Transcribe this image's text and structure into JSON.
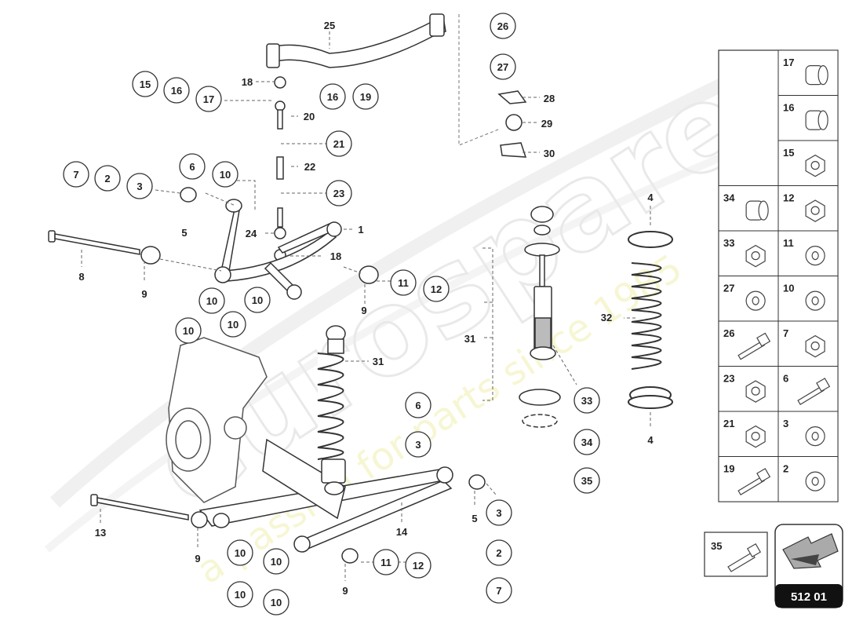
{
  "watermark": {
    "brand": "eurospares",
    "tagline": "a passion for parts since 1985"
  },
  "page_code": "512 01",
  "callouts": [
    {
      "id": "c26",
      "label": "26",
      "circled": true
    },
    {
      "id": "c27",
      "label": "27",
      "circled": true
    },
    {
      "id": "c25",
      "label": "25",
      "circled": false
    },
    {
      "id": "c15a",
      "label": "15",
      "circled": true
    },
    {
      "id": "c16a",
      "label": "16",
      "circled": true
    },
    {
      "id": "c17a",
      "label": "17",
      "circled": true
    },
    {
      "id": "c18a",
      "label": "18",
      "circled": false
    },
    {
      "id": "c20",
      "label": "20",
      "circled": false
    },
    {
      "id": "c16b",
      "label": "16",
      "circled": true
    },
    {
      "id": "c19",
      "label": "19",
      "circled": true
    },
    {
      "id": "c21",
      "label": "21",
      "circled": true
    },
    {
      "id": "c22",
      "label": "22",
      "circled": false
    },
    {
      "id": "c23",
      "label": "23",
      "circled": true
    },
    {
      "id": "c24",
      "label": "24",
      "circled": false
    },
    {
      "id": "c28",
      "label": "28",
      "circled": false
    },
    {
      "id": "c29",
      "label": "29",
      "circled": false
    },
    {
      "id": "c30",
      "label": "30",
      "circled": false
    },
    {
      "id": "c7a",
      "label": "7",
      "circled": true
    },
    {
      "id": "c2a",
      "label": "2",
      "circled": true
    },
    {
      "id": "c3a",
      "label": "3",
      "circled": true
    },
    {
      "id": "c6a",
      "label": "6",
      "circled": true
    },
    {
      "id": "c10a",
      "label": "10",
      "circled": true
    },
    {
      "id": "c5a",
      "label": "5",
      "circled": false
    },
    {
      "id": "c1",
      "label": "1",
      "circled": false
    },
    {
      "id": "c18b",
      "label": "18",
      "circled": false
    },
    {
      "id": "c8",
      "label": "8",
      "circled": false
    },
    {
      "id": "c9a",
      "label": "9",
      "circled": false
    },
    {
      "id": "c10b",
      "label": "10",
      "circled": true
    },
    {
      "id": "c10c",
      "label": "10",
      "circled": true
    },
    {
      "id": "c10d",
      "label": "10",
      "circled": true
    },
    {
      "id": "c10e",
      "label": "10",
      "circled": true
    },
    {
      "id": "c9b",
      "label": "9",
      "circled": false
    },
    {
      "id": "c11a",
      "label": "11",
      "circled": true
    },
    {
      "id": "c12a",
      "label": "12",
      "circled": true
    },
    {
      "id": "c31a",
      "label": "31",
      "circled": false
    },
    {
      "id": "c31b",
      "label": "31",
      "circled": false
    },
    {
      "id": "c6b",
      "label": "6",
      "circled": true
    },
    {
      "id": "c3b",
      "label": "3",
      "circled": true
    },
    {
      "id": "c33",
      "label": "33",
      "circled": true
    },
    {
      "id": "c34",
      "label": "34",
      "circled": true
    },
    {
      "id": "c35a",
      "label": "35",
      "circled": true
    },
    {
      "id": "c4a",
      "label": "4",
      "circled": false
    },
    {
      "id": "c32",
      "label": "32",
      "circled": false
    },
    {
      "id": "c4b",
      "label": "4",
      "circled": false
    },
    {
      "id": "c13",
      "label": "13",
      "circled": false
    },
    {
      "id": "c14",
      "label": "14",
      "circled": false
    },
    {
      "id": "c5b",
      "label": "5",
      "circled": false
    },
    {
      "id": "c3c",
      "label": "3",
      "circled": true
    },
    {
      "id": "c2b",
      "label": "2",
      "circled": true
    },
    {
      "id": "c7b",
      "label": "7",
      "circled": true
    },
    {
      "id": "c9c",
      "label": "9",
      "circled": false
    },
    {
      "id": "c10f",
      "label": "10",
      "circled": true
    },
    {
      "id": "c10g",
      "label": "10",
      "circled": true
    },
    {
      "id": "c10h",
      "label": "10",
      "circled": true
    },
    {
      "id": "c10i",
      "label": "10",
      "circled": true
    },
    {
      "id": "c11b",
      "label": "11",
      "circled": true
    },
    {
      "id": "c12b",
      "label": "12",
      "circled": true
    },
    {
      "id": "c9d",
      "label": "9",
      "circled": false
    }
  ],
  "legend": [
    {
      "label": "17",
      "icon": "bushing-sleeve-icon"
    },
    {
      "label": "16",
      "icon": "bushing-icon"
    },
    {
      "label": "15",
      "icon": "nut-nylon-icon"
    },
    {
      "label": "12",
      "icon": "castle-nut-icon"
    },
    {
      "label": "34",
      "icon": "spring-bush-icon"
    },
    {
      "label": "11",
      "icon": "washer-thin-icon"
    },
    {
      "label": "33",
      "icon": "hex-nut-icon"
    },
    {
      "label": "10",
      "icon": "flat-washer-icon"
    },
    {
      "label": "27",
      "icon": "rubber-washer-icon"
    },
    {
      "label": "7",
      "icon": "lock-nut-icon"
    },
    {
      "label": "26",
      "icon": "long-bolt-icon"
    },
    {
      "label": "6",
      "icon": "flange-bolt-icon"
    },
    {
      "label": "23",
      "icon": "thick-nut-icon"
    },
    {
      "label": "3",
      "icon": "plain-washer-icon"
    },
    {
      "label": "21",
      "icon": "square-nut-icon"
    },
    {
      "label": "2",
      "icon": "dome-cap-icon"
    },
    {
      "label": "19",
      "icon": "hex-bolt-icon"
    }
  ],
  "detail_box": {
    "label": "35",
    "icon": "bolt-icon"
  }
}
